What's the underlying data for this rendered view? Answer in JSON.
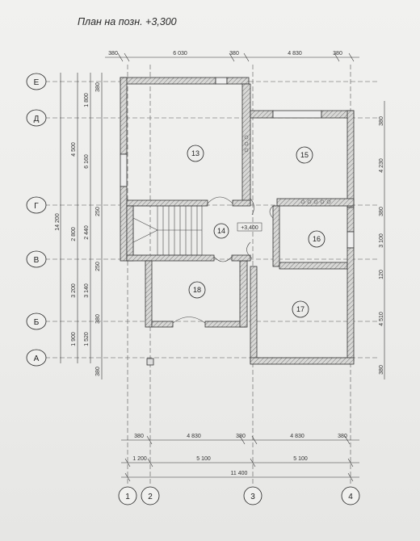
{
  "title": "План на позн. +3,300",
  "level_mark": "+3,400",
  "rooms": [
    "13",
    "15",
    "14",
    "16",
    "18",
    "17"
  ],
  "axes_letters": [
    "Е",
    "Д",
    "Г",
    "В",
    "Б",
    "А"
  ],
  "axes_numbers": [
    "1",
    "2",
    "3",
    "4"
  ],
  "dims_top": [
    "380",
    "6 030",
    "380",
    "4 830",
    "380"
  ],
  "dims_bottom_1": [
    "380",
    "4 830",
    "380",
    "4 830",
    "380"
  ],
  "dims_bottom_2": [
    "1 200",
    "5 100",
    "5 100"
  ],
  "dims_bottom_total": "11 400",
  "dims_left_total": "14 200",
  "dims_left_2": [
    "4 500",
    "2 800",
    "3 200",
    "1 900"
  ],
  "dims_left_3": [
    "1 800",
    "6 160",
    "2 440",
    "3 140",
    "1 520"
  ],
  "dims_left_4": [
    "380",
    "250",
    "250",
    "380",
    "380"
  ],
  "dims_right": [
    "380",
    "4 230",
    "380",
    "3 100",
    "120",
    "4 510",
    "380"
  ]
}
